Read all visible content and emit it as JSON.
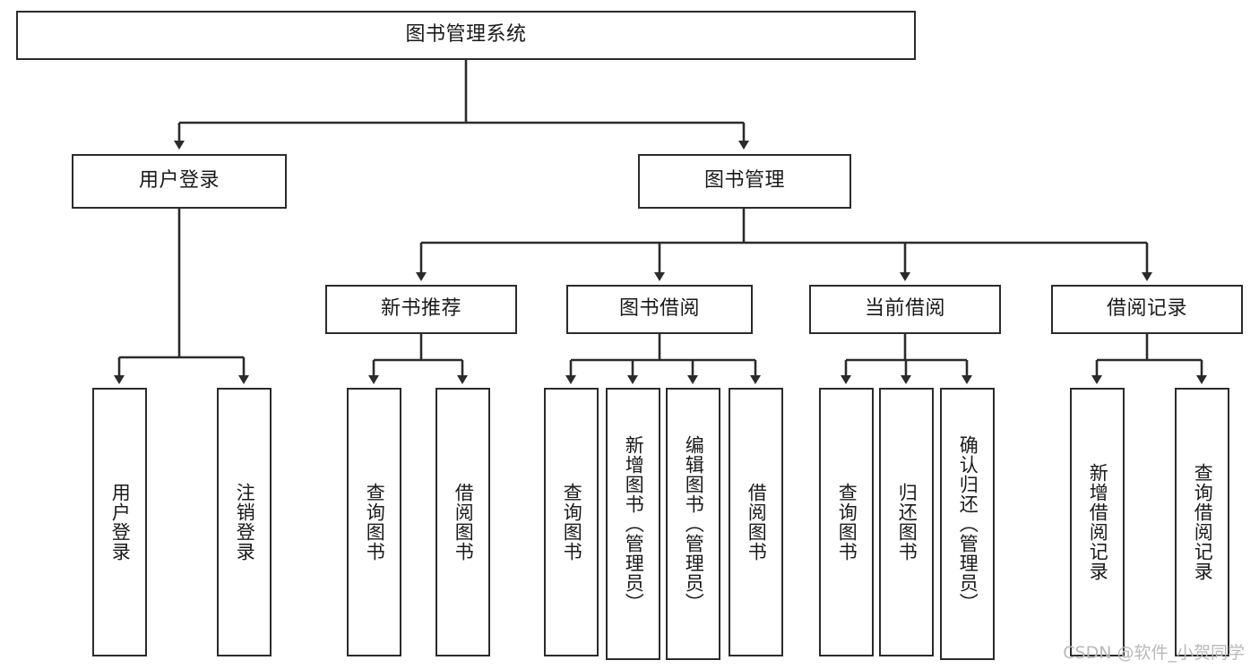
{
  "diagram": {
    "type": "hierarchy-tree",
    "title": "图书管理系统",
    "orientation": "top-down",
    "watermark": "CSDN @软件_小贺同学",
    "colors": {
      "box_border": "#2b2b2b",
      "box_fill": "#ffffff",
      "connector": "#2b2b2b",
      "text": "#1a1a1a",
      "watermark": "#b9b9b9",
      "background": "#ffffff"
    },
    "nodes": {
      "root": {
        "label": "图书管理系统"
      },
      "level2": [
        {
          "id": "user-login",
          "label": "用户登录"
        },
        {
          "id": "book-management",
          "label": "图书管理"
        }
      ],
      "level3": [
        {
          "id": "new-book-recommend",
          "label": "新书推荐"
        },
        {
          "id": "book-borrow",
          "label": "图书借阅"
        },
        {
          "id": "current-borrow",
          "label": "当前借阅"
        },
        {
          "id": "borrow-record",
          "label": "借阅记录"
        }
      ],
      "leaves": {
        "user_login": [
          {
            "id": "leaf-user-login",
            "label": "用户登录"
          },
          {
            "id": "leaf-logout-login",
            "label": "注销登录"
          }
        ],
        "new_book_recommend": [
          {
            "id": "leaf-query-book-1",
            "label": "查询图书"
          },
          {
            "id": "leaf-borrow-book-1",
            "label": "借阅图书"
          }
        ],
        "book_borrow": [
          {
            "id": "leaf-query-book-2",
            "label": "查询图书"
          },
          {
            "id": "leaf-add-book",
            "label": "新增图书（管理员）"
          },
          {
            "id": "leaf-edit-book",
            "label": "编辑图书（管理员）"
          },
          {
            "id": "leaf-borrow-book-2",
            "label": "借阅图书"
          }
        ],
        "current_borrow": [
          {
            "id": "leaf-query-book-3",
            "label": "查询图书"
          },
          {
            "id": "leaf-return-book",
            "label": "归还图书"
          },
          {
            "id": "leaf-confirm-return",
            "label": "确认归还（管理员）"
          }
        ],
        "borrow_record": [
          {
            "id": "leaf-add-record",
            "label": "新增借阅记录"
          },
          {
            "id": "leaf-query-record",
            "label": "查询借阅记录"
          }
        ]
      }
    }
  }
}
